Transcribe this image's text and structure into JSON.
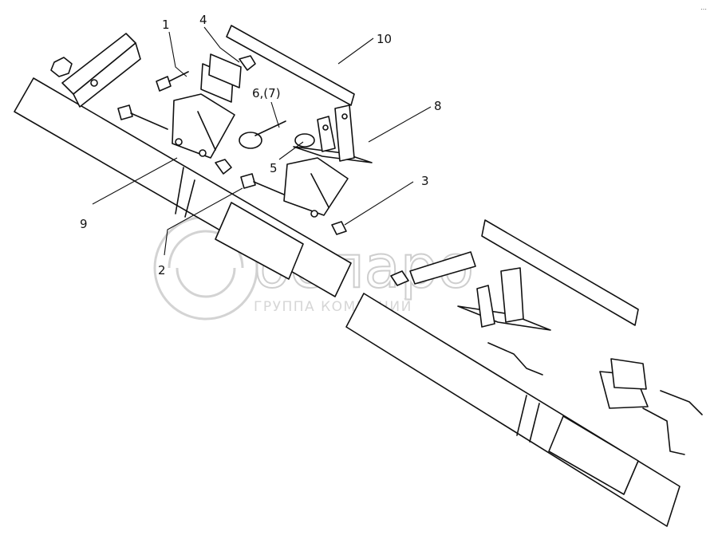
{
  "watermark": {
    "brand": "беларо",
    "subtitle": "ГРУППА КОМПАНИЙ"
  },
  "corner_mark": "…",
  "callouts": [
    {
      "id": "1",
      "label": "1"
    },
    {
      "id": "2",
      "label": "2"
    },
    {
      "id": "3",
      "label": "3"
    },
    {
      "id": "4",
      "label": "4"
    },
    {
      "id": "5",
      "label": "5"
    },
    {
      "id": "6",
      "label": "6,(7)"
    },
    {
      "id": "8",
      "label": "8"
    },
    {
      "id": "9",
      "label": "9"
    },
    {
      "id": "10",
      "label": "10"
    }
  ]
}
